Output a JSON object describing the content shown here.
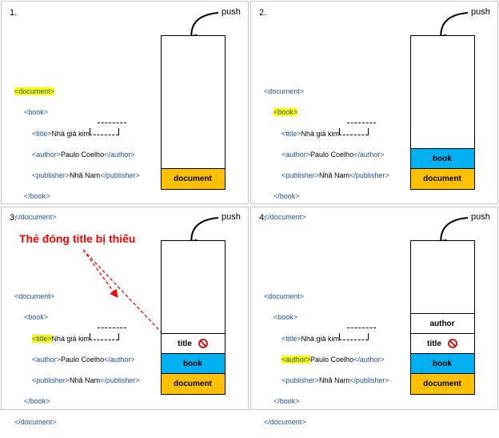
{
  "panels": [
    {
      "number": "1.",
      "push": "push",
      "highlight": "document",
      "stack": [
        {
          "label": "document",
          "color": "#FFC000"
        }
      ]
    },
    {
      "number": "2.",
      "push": "push",
      "highlight": "book",
      "stack": [
        {
          "label": "document",
          "color": "#FFC000"
        },
        {
          "label": "book",
          "color": "#00B0F0"
        }
      ]
    },
    {
      "number": "3.",
      "push": "push",
      "highlight": "title",
      "stack": [
        {
          "label": "document",
          "color": "#FFC000"
        },
        {
          "label": "book",
          "color": "#00B0F0"
        },
        {
          "label": "title",
          "color": "#FFFFFF",
          "icon": "no-entry-icon"
        }
      ]
    },
    {
      "number": "4.",
      "push": "push",
      "highlight": "author",
      "stack": [
        {
          "label": "document",
          "color": "#FFC000"
        },
        {
          "label": "book",
          "color": "#00B0F0"
        },
        {
          "label": "title",
          "color": "#FFFFFF",
          "icon": "no-entry-icon"
        },
        {
          "label": "author",
          "color": "#FFFFFF"
        }
      ]
    }
  ],
  "xml": {
    "document_open": "<document>",
    "book_open": "<book>",
    "title_open": "<title>",
    "title_text": "Nhà giả kim",
    "author_open": "<author>",
    "author_text": "Paulo Coelho",
    "author_close": "</author>",
    "publisher_open": "<publisher>",
    "publisher_text": "Nhã Nam",
    "publisher_close": "</publisher>",
    "book_close": "</book>",
    "document_close": "</document>"
  },
  "warning": "Thẻ đóng title bị thiếu",
  "colors": {
    "gold": "#FFC000",
    "blue": "#00B0F0",
    "tag": "#1F4E9A",
    "highlight": "#FFFF00",
    "warning": "#FF0000"
  }
}
